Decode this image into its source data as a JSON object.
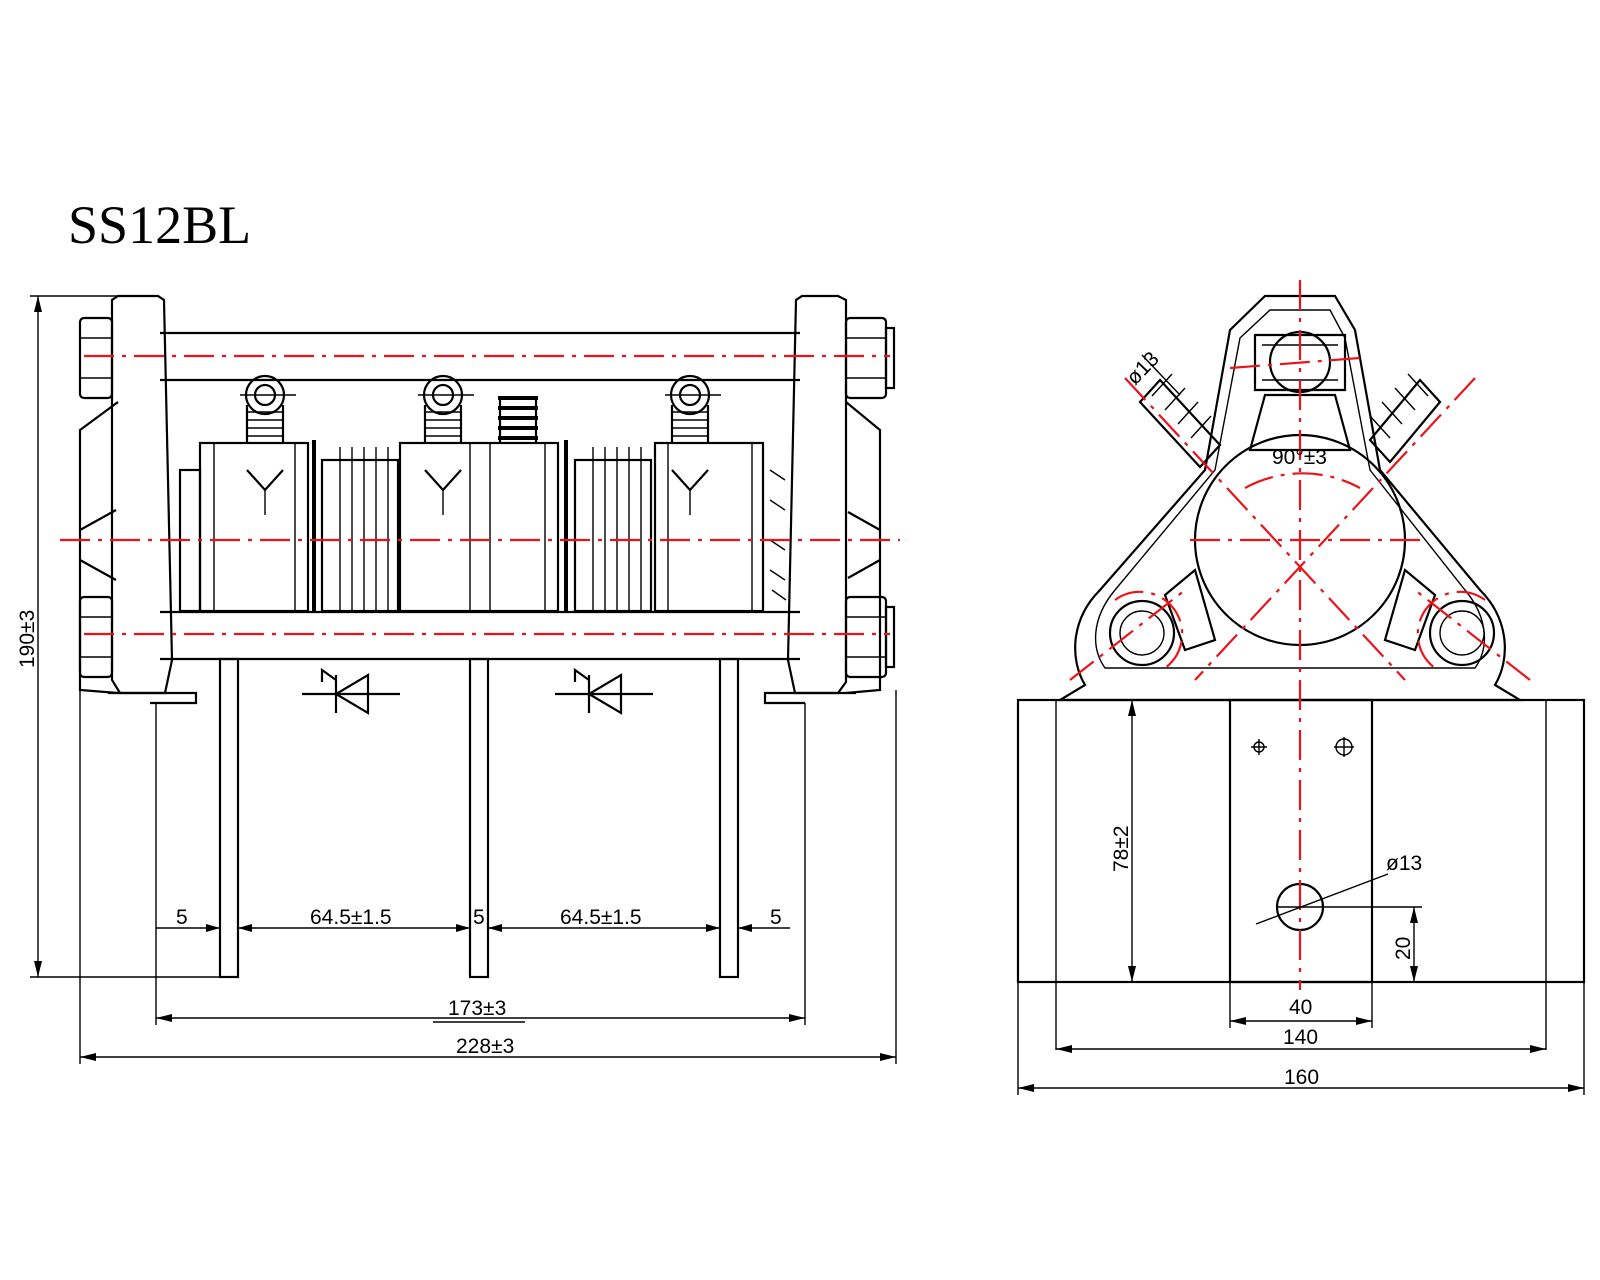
{
  "model": "SS12BL",
  "front_view": {
    "height_dim": "190±3",
    "gap_left": "5",
    "gap_mid": "5",
    "gap_right": "5",
    "pitch_left": "64.5±1.5",
    "pitch_right": "64.5±1.5",
    "inner_width": "173±3",
    "overall_width": "228±3"
  },
  "side_view": {
    "hole_dia_top": "ø13",
    "angle": "90°±3",
    "hole_dia_bottom": "ø13",
    "hole_height": "78±2",
    "hole_offset": "20",
    "bar_width": "40",
    "base_inner_width": "140",
    "base_width": "160"
  }
}
